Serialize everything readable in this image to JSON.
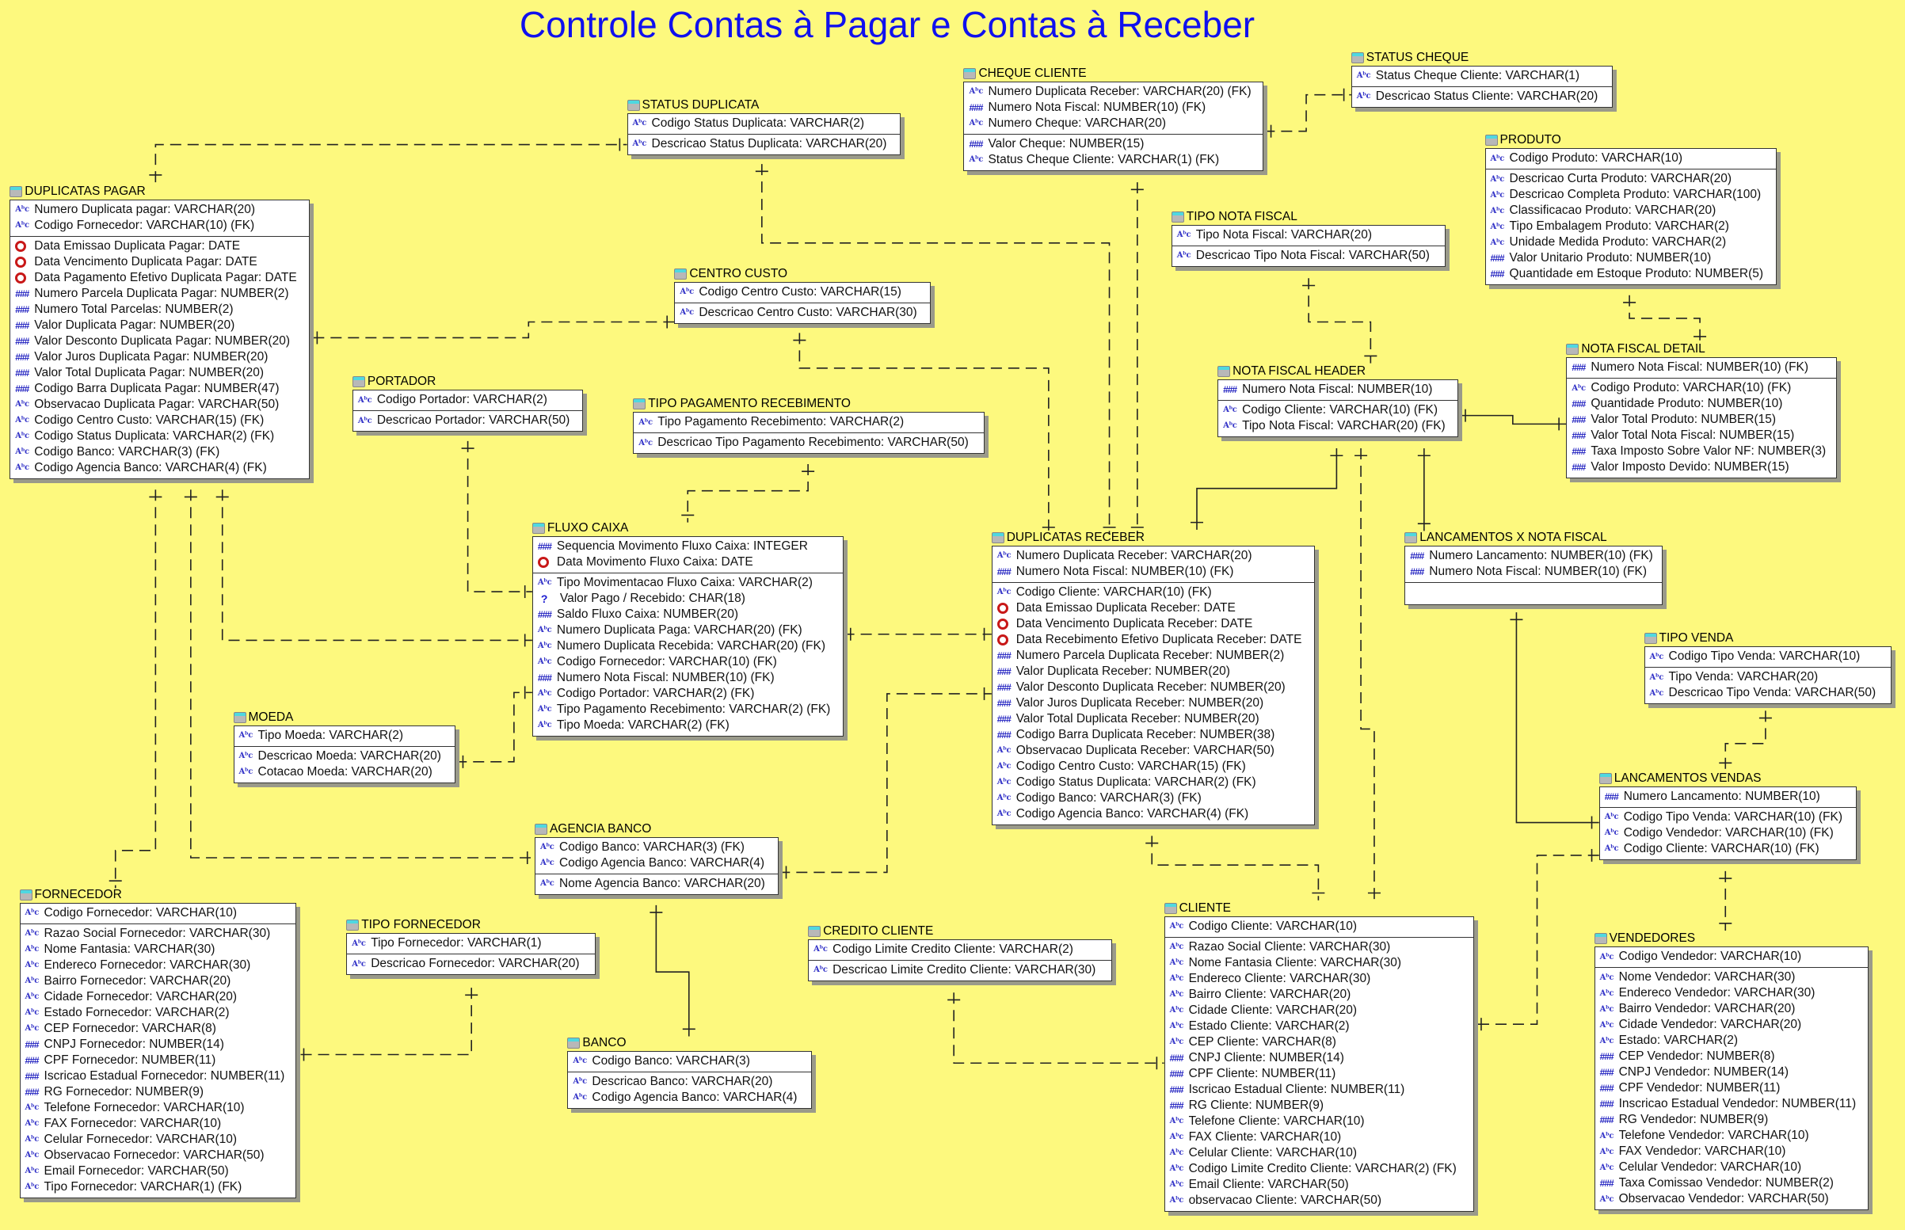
{
  "title": "Controle Contas à Pagar e Contas à Receber",
  "entities": [
    {
      "id": "duplicatas_pagar",
      "name": "DUPLICATAS PAGAR",
      "sections": [
        [
          [
            "abc",
            "Numero Duplicata pagar: VARCHAR(20)"
          ],
          [
            "abc",
            "Codigo Fornecedor: VARCHAR(10) (FK)"
          ]
        ],
        [
          [
            "date",
            "Data Emissao Duplicata Pagar: DATE"
          ],
          [
            "date",
            "Data Vencimento Duplicata Pagar: DATE"
          ],
          [
            "date",
            "Data Pagamento Efetivo Duplicata Pagar: DATE"
          ],
          [
            "num",
            "Numero Parcela Duplicata Pagar: NUMBER(2)"
          ],
          [
            "num",
            "Numero Total Parcelas: NUMBER(2)"
          ],
          [
            "num",
            "Valor Duplicata Pagar: NUMBER(20)"
          ],
          [
            "num",
            "Valor Desconto Duplicata Pagar: NUMBER(20)"
          ],
          [
            "num",
            "Valor Juros Duplicata Pagar: NUMBER(20)"
          ],
          [
            "num",
            "Valor Total Duplicata Pagar: NUMBER(20)"
          ],
          [
            "num",
            "Codigo Barra Duplicata Pagar: NUMBER(47)"
          ],
          [
            "abc",
            "Observacao Duplicata Pagar: VARCHAR(50)"
          ],
          [
            "abc",
            "Codigo Centro Custo: VARCHAR(15) (FK)"
          ],
          [
            "abc",
            "Codigo Status Duplicata: VARCHAR(2) (FK)"
          ],
          [
            "abc",
            "Codigo Banco: VARCHAR(3) (FK)"
          ],
          [
            "abc",
            "Codigo Agencia Banco: VARCHAR(4) (FK)"
          ]
        ]
      ]
    },
    {
      "id": "status_duplicata",
      "name": "STATUS DUPLICATA",
      "sections": [
        [
          [
            "abc",
            "Codigo Status Duplicata: VARCHAR(2)"
          ]
        ],
        [
          [
            "abc",
            "Descricao Status Duplicata: VARCHAR(20)"
          ]
        ]
      ]
    },
    {
      "id": "cheque_cliente",
      "name": "CHEQUE CLIENTE",
      "sections": [
        [
          [
            "abc",
            "Numero Duplicata Receber: VARCHAR(20) (FK)"
          ],
          [
            "num",
            "Numero Nota Fiscal: NUMBER(10) (FK)"
          ],
          [
            "abc",
            "Numero Cheque: VARCHAR(20)"
          ]
        ],
        [
          [
            "num",
            "Valor Cheque: NUMBER(15)"
          ],
          [
            "abc",
            "Status Cheque Cliente: VARCHAR(1) (FK)"
          ]
        ]
      ]
    },
    {
      "id": "status_cheque",
      "name": "STATUS CHEQUE",
      "sections": [
        [
          [
            "abc",
            "Status Cheque Cliente: VARCHAR(1)"
          ]
        ],
        [
          [
            "abc",
            "Descricao Status Cliente: VARCHAR(20)"
          ]
        ]
      ]
    },
    {
      "id": "produto",
      "name": "PRODUTO",
      "sections": [
        [
          [
            "abc",
            "Codigo Produto: VARCHAR(10)"
          ]
        ],
        [
          [
            "abc",
            "Descricao Curta Produto: VARCHAR(20)"
          ],
          [
            "abc",
            "Descricao Completa Produto: VARCHAR(100)"
          ],
          [
            "abc",
            "Classificacao Produto: VARCHAR(20)"
          ],
          [
            "abc",
            "Tipo Embalagem Produto: VARCHAR(2)"
          ],
          [
            "abc",
            "Unidade Medida Produto: VARCHAR(2)"
          ],
          [
            "num",
            "Valor Unitario Produto: NUMBER(10)"
          ],
          [
            "num",
            "Quantidade em Estoque Produto: NUMBER(5)"
          ]
        ]
      ]
    },
    {
      "id": "tipo_nota_fiscal",
      "name": "TIPO NOTA FISCAL",
      "sections": [
        [
          [
            "abc",
            "Tipo Nota Fiscal: VARCHAR(20)"
          ]
        ],
        [
          [
            "abc",
            "Descricao Tipo Nota Fiscal: VARCHAR(50)"
          ]
        ]
      ]
    },
    {
      "id": "centro_custo",
      "name": "CENTRO CUSTO",
      "sections": [
        [
          [
            "abc",
            "Codigo Centro Custo: VARCHAR(15)"
          ]
        ],
        [
          [
            "abc",
            "Descricao Centro Custo: VARCHAR(30)"
          ]
        ]
      ]
    },
    {
      "id": "portador",
      "name": "PORTADOR",
      "sections": [
        [
          [
            "abc",
            "Codigo Portador: VARCHAR(2)"
          ]
        ],
        [
          [
            "abc",
            "Descricao Portador: VARCHAR(50)"
          ]
        ]
      ]
    },
    {
      "id": "tipo_pagamento",
      "name": "TIPO PAGAMENTO RECEBIMENTO",
      "sections": [
        [
          [
            "abc",
            "Tipo Pagamento Recebimento: VARCHAR(2)"
          ]
        ],
        [
          [
            "abc",
            "Descricao Tipo Pagamento Recebimento: VARCHAR(50)"
          ]
        ]
      ]
    },
    {
      "id": "nota_fiscal_header",
      "name": "NOTA FISCAL HEADER",
      "sections": [
        [
          [
            "num",
            "Numero Nota Fiscal: NUMBER(10)"
          ]
        ],
        [
          [
            "abc",
            "Codigo Cliente: VARCHAR(10) (FK)"
          ],
          [
            "abc",
            "Tipo Nota Fiscal: VARCHAR(20) (FK)"
          ]
        ]
      ]
    },
    {
      "id": "nota_fiscal_detail",
      "name": "NOTA FISCAL DETAIL",
      "sections": [
        [
          [
            "num",
            "Numero Nota Fiscal: NUMBER(10) (FK)"
          ]
        ],
        [
          [
            "abc",
            "Codigo Produto: VARCHAR(10) (FK)"
          ],
          [
            "num",
            "Quantidade Produto: NUMBER(10)"
          ],
          [
            "num",
            "Valor Total Produto: NUMBER(15)"
          ],
          [
            "num",
            "Valor Total Nota Fiscal: NUMBER(15)"
          ],
          [
            "num",
            "Taxa Imposto Sobre Valor NF: NUMBER(3)"
          ],
          [
            "num",
            "Valor Imposto Devido: NUMBER(15)"
          ]
        ]
      ]
    },
    {
      "id": "fluxo_caixa",
      "name": "FLUXO CAIXA",
      "sections": [
        [
          [
            "num",
            "Sequencia Movimento Fluxo Caixa: INTEGER"
          ],
          [
            "date",
            "Data Movimento Fluxo Caixa: DATE"
          ]
        ],
        [
          [
            "abc",
            "Tipo Movimentacao Fluxo Caixa: VARCHAR(2)"
          ],
          [
            "q",
            "Valor Pago / Recebido: CHAR(18)"
          ],
          [
            "num",
            "Saldo Fluxo Caixa: NUMBER(20)"
          ],
          [
            "abc",
            "Numero Duplicata Paga: VARCHAR(20) (FK)"
          ],
          [
            "abc",
            "Numero Duplicata Recebida: VARCHAR(20) (FK)"
          ],
          [
            "abc",
            "Codigo Fornecedor: VARCHAR(10) (FK)"
          ],
          [
            "num",
            "Numero Nota Fiscal: NUMBER(10) (FK)"
          ],
          [
            "abc",
            "Codigo Portador: VARCHAR(2) (FK)"
          ],
          [
            "abc",
            "Tipo Pagamento Recebimento: VARCHAR(2) (FK)"
          ],
          [
            "abc",
            "Tipo Moeda: VARCHAR(2) (FK)"
          ]
        ]
      ]
    },
    {
      "id": "duplicatas_receber",
      "name": "DUPLICATAS RECEBER",
      "sections": [
        [
          [
            "abc",
            "Numero Duplicata Receber: VARCHAR(20)"
          ],
          [
            "num",
            "Numero Nota Fiscal: NUMBER(10) (FK)"
          ]
        ],
        [
          [
            "abc",
            "Codigo Cliente: VARCHAR(10) (FK)"
          ],
          [
            "date",
            "Data Emissao Duplicata Receber: DATE"
          ],
          [
            "date",
            "Data Vencimento Duplicata Receber: DATE"
          ],
          [
            "date",
            "Data Recebimento Efetivo Duplicata Receber: DATE"
          ],
          [
            "num",
            "Numero Parcela Duplicata Receber: NUMBER(2)"
          ],
          [
            "num",
            "Valor Duplicata Receber: NUMBER(20)"
          ],
          [
            "num",
            "Valor Desconto Duplicata Receber: NUMBER(20)"
          ],
          [
            "num",
            "Valor Juros Duplicata Receber: NUMBER(20)"
          ],
          [
            "num",
            "Valor Total Duplicata Receber: NUMBER(20)"
          ],
          [
            "num",
            "Codigo Barra Duplicata Receber: NUMBER(38)"
          ],
          [
            "abc",
            "Observacao Duplicata Receber: VARCHAR(50)"
          ],
          [
            "abc",
            "Codigo Centro Custo: VARCHAR(15) (FK)"
          ],
          [
            "abc",
            "Codigo Status Duplicata: VARCHAR(2) (FK)"
          ],
          [
            "abc",
            "Codigo Banco: VARCHAR(3) (FK)"
          ],
          [
            "abc",
            "Codigo Agencia Banco: VARCHAR(4) (FK)"
          ]
        ]
      ]
    },
    {
      "id": "lancamentos_x_nf",
      "name": "LANCAMENTOS X NOTA FISCAL",
      "sections": [
        [
          [
            "num",
            "Numero Lancamento: NUMBER(10) (FK)"
          ],
          [
            "num",
            "Numero Nota Fiscal: NUMBER(10) (FK)"
          ]
        ],
        []
      ]
    },
    {
      "id": "tipo_venda",
      "name": "TIPO VENDA",
      "sections": [
        [
          [
            "abc",
            "Codigo Tipo Venda: VARCHAR(10)"
          ]
        ],
        [
          [
            "abc",
            "Tipo Venda: VARCHAR(20)"
          ],
          [
            "abc",
            "Descricao Tipo Venda: VARCHAR(50)"
          ]
        ]
      ]
    },
    {
      "id": "moeda",
      "name": "MOEDA",
      "sections": [
        [
          [
            "abc",
            "Tipo Moeda: VARCHAR(2)"
          ]
        ],
        [
          [
            "abc",
            "Descricao Moeda: VARCHAR(20)"
          ],
          [
            "abc",
            "Cotacao Moeda: VARCHAR(20)"
          ]
        ]
      ]
    },
    {
      "id": "lancamentos_vendas",
      "name": "LANCAMENTOS VENDAS",
      "sections": [
        [
          [
            "num",
            "Numero Lancamento: NUMBER(10)"
          ]
        ],
        [
          [
            "abc",
            "Codigo Tipo Venda: VARCHAR(10) (FK)"
          ],
          [
            "abc",
            "Codigo Vendedor: VARCHAR(10) (FK)"
          ],
          [
            "abc",
            "Codigo Cliente: VARCHAR(10) (FK)"
          ]
        ]
      ]
    },
    {
      "id": "agencia_banco",
      "name": "AGENCIA BANCO",
      "sections": [
        [
          [
            "abc",
            "Codigo Banco: VARCHAR(3) (FK)"
          ],
          [
            "abc",
            "Codigo Agencia Banco: VARCHAR(4)"
          ]
        ],
        [
          [
            "abc",
            "Nome Agencia Banco: VARCHAR(20)"
          ]
        ]
      ]
    },
    {
      "id": "fornecedor",
      "name": "FORNECEDOR",
      "sections": [
        [
          [
            "abc",
            "Codigo Fornecedor: VARCHAR(10)"
          ]
        ],
        [
          [
            "abc",
            "Razao Social Fornecedor: VARCHAR(30)"
          ],
          [
            "abc",
            "Nome Fantasia: VARCHAR(30)"
          ],
          [
            "abc",
            "Endereco Fornecedor: VARCHAR(30)"
          ],
          [
            "abc",
            "Bairro Fornecedor: VARCHAR(20)"
          ],
          [
            "abc",
            "Cidade Fornecedor: VARCHAR(20)"
          ],
          [
            "abc",
            "Estado Fornecedor: VARCHAR(2)"
          ],
          [
            "abc",
            "CEP Fornecedor: VARCHAR(8)"
          ],
          [
            "num",
            "CNPJ Fornecedor: NUMBER(14)"
          ],
          [
            "num",
            "CPF Fornecedor: NUMBER(11)"
          ],
          [
            "num",
            "Iscricao Estadual Fornecedor: NUMBER(11)"
          ],
          [
            "num",
            "RG Fornecedor: NUMBER(9)"
          ],
          [
            "abc",
            "Telefone Fornecedor: VARCHAR(10)"
          ],
          [
            "abc",
            "FAX Fornecedor: VARCHAR(10)"
          ],
          [
            "abc",
            "Celular Fornecedor: VARCHAR(10)"
          ],
          [
            "abc",
            "Observacao Fornecedor: VARCHAR(50)"
          ],
          [
            "abc",
            "Email Fornecedor: VARCHAR(50)"
          ],
          [
            "abc",
            "Tipo Fornecedor: VARCHAR(1) (FK)"
          ]
        ]
      ]
    },
    {
      "id": "tipo_fornecedor",
      "name": "TIPO FORNECEDOR",
      "sections": [
        [
          [
            "abc",
            "Tipo Fornecedor: VARCHAR(1)"
          ]
        ],
        [
          [
            "abc",
            "Descricao Fornecedor: VARCHAR(20)"
          ]
        ]
      ]
    },
    {
      "id": "credito_cliente",
      "name": "CREDITO CLIENTE",
      "sections": [
        [
          [
            "abc",
            "Codigo Limite Credito Cliente: VARCHAR(2)"
          ]
        ],
        [
          [
            "abc",
            "Descricao Limite Credito Cliente: VARCHAR(30)"
          ]
        ]
      ]
    },
    {
      "id": "cliente",
      "name": "CLIENTE",
      "sections": [
        [
          [
            "abc",
            "Codigo Cliente: VARCHAR(10)"
          ]
        ],
        [
          [
            "abc",
            "Razao Social Cliente: VARCHAR(30)"
          ],
          [
            "abc",
            "Nome Fantasia Cliente: VARCHAR(30)"
          ],
          [
            "abc",
            "Endereco Cliente: VARCHAR(30)"
          ],
          [
            "abc",
            "Bairro Cliente: VARCHAR(20)"
          ],
          [
            "abc",
            "Cidade Cliente: VARCHAR(20)"
          ],
          [
            "abc",
            "Estado Cliente: VARCHAR(2)"
          ],
          [
            "abc",
            "CEP Cliente: VARCHAR(8)"
          ],
          [
            "num",
            "CNPJ Cliente: NUMBER(14)"
          ],
          [
            "num",
            "CPF Cliente: NUMBER(11)"
          ],
          [
            "num",
            "Iscricao Estadual Cliente: NUMBER(11)"
          ],
          [
            "num",
            "RG Cliente: NUMBER(9)"
          ],
          [
            "abc",
            "Telefone Cliente: VARCHAR(10)"
          ],
          [
            "abc",
            "FAX Cliente: VARCHAR(10)"
          ],
          [
            "abc",
            "Celular Cliente: VARCHAR(10)"
          ],
          [
            "abc",
            "Codigo Limite Credito Cliente: VARCHAR(2) (FK)"
          ],
          [
            "abc",
            "Email Cliente: VARCHAR(50)"
          ],
          [
            "abc",
            "observacao Cliente: VARCHAR(50)"
          ]
        ]
      ]
    },
    {
      "id": "vendedores",
      "name": "VENDEDORES",
      "sections": [
        [
          [
            "abc",
            "Codigo Vendedor: VARCHAR(10)"
          ]
        ],
        [
          [
            "abc",
            "Nome Vendedor: VARCHAR(30)"
          ],
          [
            "abc",
            "Endereco Vendedor: VARCHAR(30)"
          ],
          [
            "abc",
            "Bairro Vendedor: VARCHAR(20)"
          ],
          [
            "abc",
            "Cidade Vendedor: VARCHAR(20)"
          ],
          [
            "abc",
            "Estado: VARCHAR(2)"
          ],
          [
            "num",
            "CEP Vendedor: NUMBER(8)"
          ],
          [
            "num",
            "CNPJ Vendedor: NUMBER(14)"
          ],
          [
            "num",
            "CPF Vendedor: NUMBER(11)"
          ],
          [
            "num",
            "Inscricao Estadual Vendedor: NUMBER(11)"
          ],
          [
            "num",
            "RG Vendedor: NUMBER(9)"
          ],
          [
            "abc",
            "Telefone Vendedor: VARCHAR(10)"
          ],
          [
            "abc",
            "FAX Vendedor: VARCHAR(10)"
          ],
          [
            "abc",
            "Celular Vendedor: VARCHAR(10)"
          ],
          [
            "num",
            "Taxa Comissao Vendedor: NUMBER(2)"
          ],
          [
            "abc",
            "Observacao Vendedor: VARCHAR(50)"
          ]
        ]
      ]
    },
    {
      "id": "banco",
      "name": "BANCO",
      "sections": [
        [
          [
            "abc",
            "Codigo Banco: VARCHAR(3)"
          ]
        ],
        [
          [
            "abc",
            "Descricao Banco: VARCHAR(20)"
          ],
          [
            "abc",
            "Codigo Agencia Banco: VARCHAR(4)"
          ]
        ]
      ]
    }
  ]
}
